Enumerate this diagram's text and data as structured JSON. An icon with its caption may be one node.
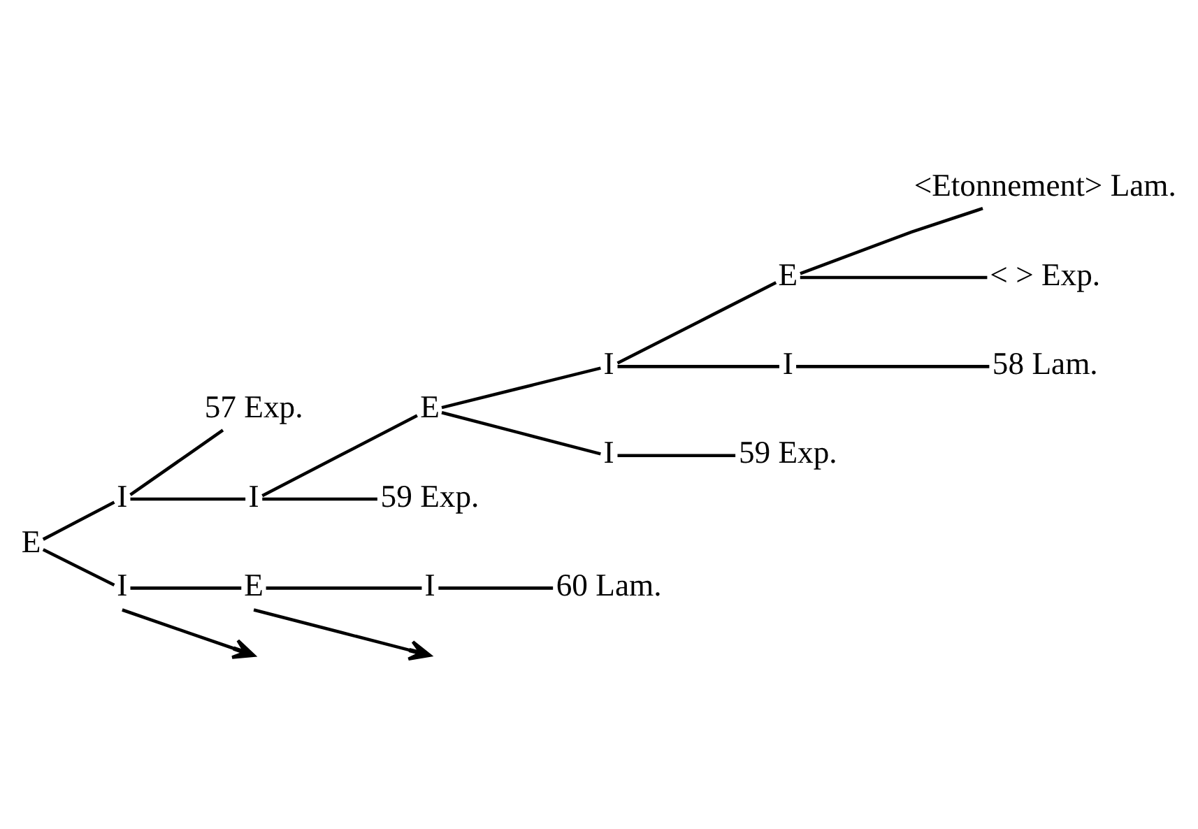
{
  "diagram": {
    "nodes": [
      {
        "text": [
          "E"
        ]
      },
      {
        "text": [
          "I"
        ]
      },
      {
        "text": [
          "57 Exp."
        ]
      },
      {
        "text": [
          "I"
        ]
      },
      {
        "text": [
          "E"
        ]
      },
      {
        "text": [
          "I"
        ]
      },
      {
        "text": [
          "E"
        ]
      },
      {
        "text": [
          "<Etonnement> Lam."
        ]
      },
      {
        "text": [
          "< > Exp."
        ]
      },
      {
        "text": [
          "I"
        ]
      },
      {
        "text": [
          "58 Lam."
        ]
      },
      {
        "text": [
          "I"
        ]
      },
      {
        "text": [
          "59 Exp."
        ]
      },
      {
        "text": [
          "59 Exp."
        ]
      },
      {
        "text": [
          "I"
        ]
      },
      {
        "text": [
          "E"
        ]
      },
      {
        "text": [
          "I"
        ]
      },
      {
        "text": [
          "60 Lam."
        ]
      }
    ],
    "edges": [
      {
        "from": 0,
        "to": 1,
        "arrow": "none"
      },
      {
        "from": 0,
        "to": 14,
        "arrow": "none"
      },
      {
        "from": 1,
        "to": 2,
        "arrow": "none"
      },
      {
        "from": 1,
        "to": 3,
        "arrow": "none"
      },
      {
        "from": 3,
        "to": 4,
        "arrow": "none"
      },
      {
        "from": 3,
        "to": 13,
        "arrow": "none"
      },
      {
        "from": 4,
        "to": 5,
        "arrow": "none"
      },
      {
        "from": 4,
        "to": 11,
        "arrow": "none"
      },
      {
        "from": 5,
        "to": 6,
        "arrow": "none"
      },
      {
        "from": 5,
        "to": 9,
        "arrow": "none"
      },
      {
        "from": 6,
        "to": 7,
        "arrow": "none"
      },
      {
        "from": 6,
        "to": 8,
        "arrow": "none"
      },
      {
        "from": 9,
        "to": 10,
        "arrow": "none"
      },
      {
        "from": 11,
        "to": 12,
        "arrow": "none"
      },
      {
        "from": 14,
        "to": 15,
        "arrow": "none"
      },
      {
        "from": 14,
        "to": null,
        "arrow": "to"
      },
      {
        "from": 15,
        "to": 16,
        "arrow": "none"
      },
      {
        "from": 15,
        "to": null,
        "arrow": "to"
      },
      {
        "from": 16,
        "to": 17,
        "arrow": "none"
      }
    ]
  }
}
